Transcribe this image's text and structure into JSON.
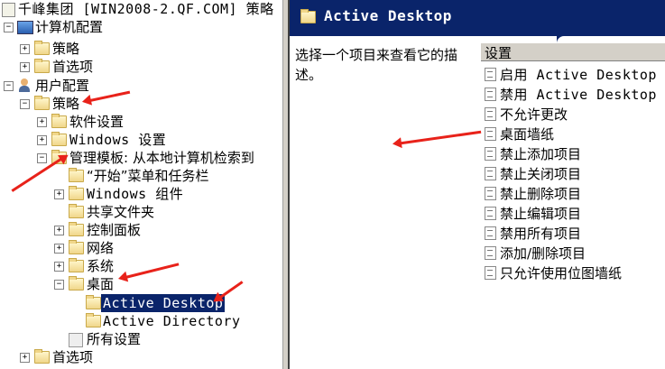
{
  "tree": {
    "root": "千峰集团 [WIN2008-2.QF.COM] 策略",
    "nodes": [
      {
        "label": "计算机配置",
        "state": "expanded",
        "icon": "computer-icon"
      },
      {
        "label": "策略",
        "state": "collapsed",
        "icon": "folder-icon"
      },
      {
        "label": "首选项",
        "state": "collapsed",
        "icon": "folder-icon"
      },
      {
        "label": "用户配置",
        "state": "expanded",
        "icon": "user-icon"
      },
      {
        "label": "策略",
        "state": "expanded",
        "icon": "folder-icon"
      },
      {
        "label": "软件设置",
        "state": "collapsed",
        "icon": "folder-icon"
      },
      {
        "label": "Windows 设置",
        "state": "collapsed",
        "icon": "folder-icon"
      },
      {
        "label": "管理模板: 从本地计算机检索到",
        "state": "expanded",
        "icon": "folder-icon"
      },
      {
        "label": "“开始”菜单和任务栏",
        "state": "leaf",
        "icon": "folder-icon"
      },
      {
        "label": "Windows 组件",
        "state": "collapsed",
        "icon": "folder-icon"
      },
      {
        "label": "共享文件夹",
        "state": "leaf",
        "icon": "folder-icon"
      },
      {
        "label": "控制面板",
        "state": "collapsed",
        "icon": "folder-icon"
      },
      {
        "label": "网络",
        "state": "collapsed",
        "icon": "folder-icon"
      },
      {
        "label": "系统",
        "state": "collapsed",
        "icon": "folder-icon"
      },
      {
        "label": "桌面",
        "state": "expanded",
        "icon": "folder-icon"
      },
      {
        "label": "Active Desktop",
        "state": "selected",
        "icon": "folder-icon"
      },
      {
        "label": "Active Directory",
        "state": "leaf",
        "icon": "folder-icon"
      },
      {
        "label": "所有设置",
        "state": "leaf",
        "icon": "all-settings-icon"
      },
      {
        "label": "首选项",
        "state": "collapsed",
        "icon": "folder-icon"
      }
    ]
  },
  "details": {
    "title": "Active Desktop",
    "description": "选择一个项目来查看它的描述。",
    "column_header": "设置",
    "items": [
      "启用 Active Desktop",
      "禁用 Active Desktop",
      "不允许更改",
      "桌面墙纸",
      "禁止添加项目",
      "禁止关闭项目",
      "禁止删除项目",
      "禁止编辑项目",
      "禁用所有项目",
      "添加/删除项目",
      "只允许使用位图墙纸"
    ]
  },
  "colors": {
    "selection": "#0a246a",
    "annotation_arrow": "#e8221a"
  }
}
